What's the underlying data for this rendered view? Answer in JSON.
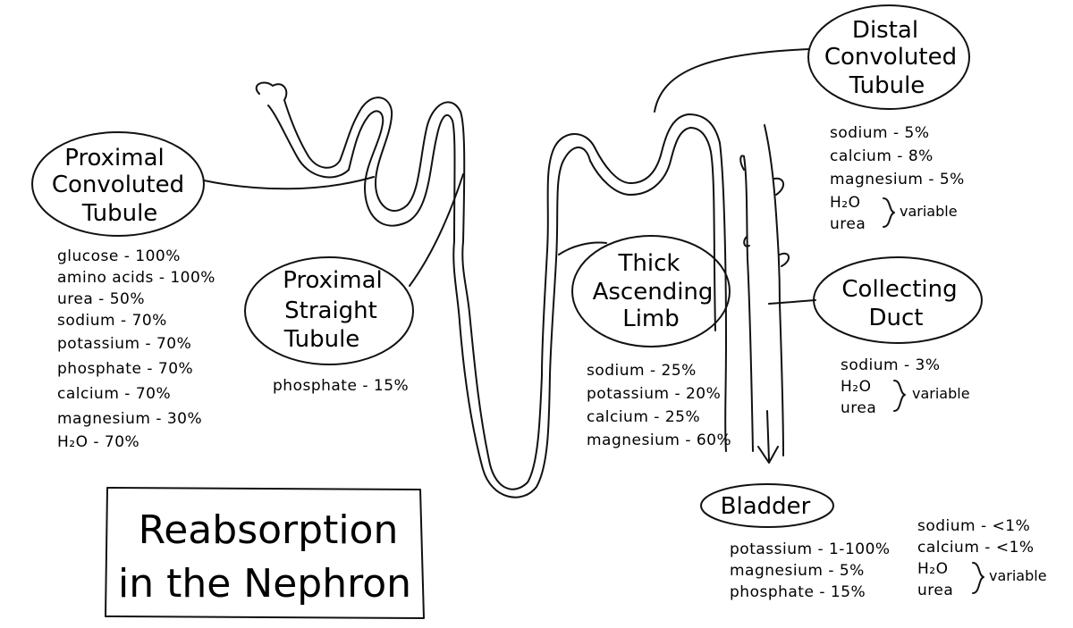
{
  "title": {
    "line1": "Reabsorption",
    "line2": "in the Nephron"
  },
  "segments": {
    "pct": {
      "name": [
        "Proximal",
        "Convoluted",
        "Tubule"
      ],
      "items": [
        "glucose - 100%",
        "amino acids - 100%",
        "urea - 50%",
        "sodium - 70%",
        "potassium - 70%",
        "phosphate - 70%",
        "calcium - 70%",
        "magnesium - 30%",
        "H₂O - 70%"
      ]
    },
    "pst": {
      "name": [
        "Proximal",
        "Straight",
        "Tubule"
      ],
      "items": [
        "phosphate - 15%"
      ]
    },
    "tal": {
      "name": [
        "Thick",
        "Ascending",
        "Limb"
      ],
      "items": [
        "sodium - 25%",
        "potassium - 20%",
        "calcium - 25%",
        "magnesium - 60%"
      ]
    },
    "dct": {
      "name": [
        "Distal",
        "Convoluted",
        "Tubule"
      ],
      "items": [
        "sodium - 5%",
        "calcium - 8%",
        "magnesium - 5%",
        "H₂O",
        "urea"
      ],
      "brace_label": "variable"
    },
    "cd": {
      "name": [
        "Collecting",
        "Duct"
      ],
      "items": [
        "sodium - 3%",
        "H₂O",
        "urea"
      ],
      "brace_label": "variable"
    },
    "bladder": {
      "name": [
        "Bladder"
      ],
      "items_left": [
        "potassium - 1-100%",
        "magnesium - 5%",
        "phosphate - 15%"
      ],
      "items_right": [
        "sodium - <1%",
        "calcium - <1%",
        "H₂O",
        "urea"
      ],
      "brace_label": "variable"
    }
  }
}
